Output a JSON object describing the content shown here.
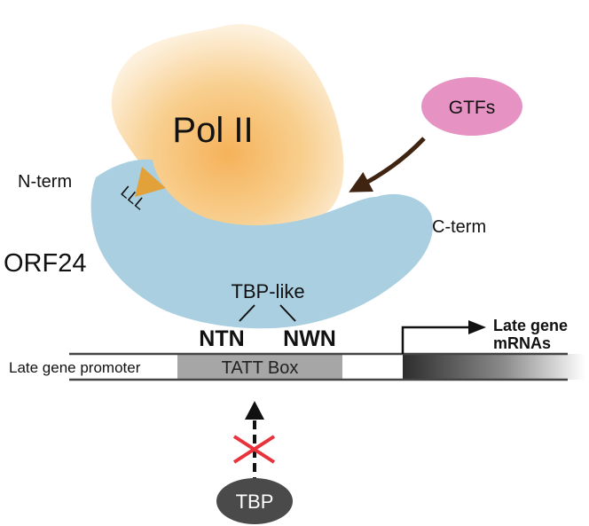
{
  "labels": {
    "pol2": "Pol II",
    "gtfs": "GTFs",
    "n_term": "N-term",
    "c_term": "C-term",
    "orf24": "ORF24",
    "lll": "LLL",
    "tbp_like": "TBP-like",
    "ntn": "NTN",
    "nwn": "NWN",
    "late_mrna_line1": "Late gene",
    "late_mrna_line2": "mRNAs",
    "promoter": "Late gene promoter",
    "tatt": "TATT Box",
    "tbp": "TBP"
  },
  "colors": {
    "pol2": "#f8c57a",
    "orf24": "#a9cfe0",
    "gtfs": "#e693c4",
    "arrow_brown": "#3f2412",
    "tbp": "#4a4a4a",
    "tatt_box": "#a6a6a6",
    "cross": "#e8323c",
    "wedge": "#e3a13a"
  },
  "icons": {
    "blocked": "red-x-cross-icon",
    "transcription_start": "bent-arrow-icon"
  }
}
